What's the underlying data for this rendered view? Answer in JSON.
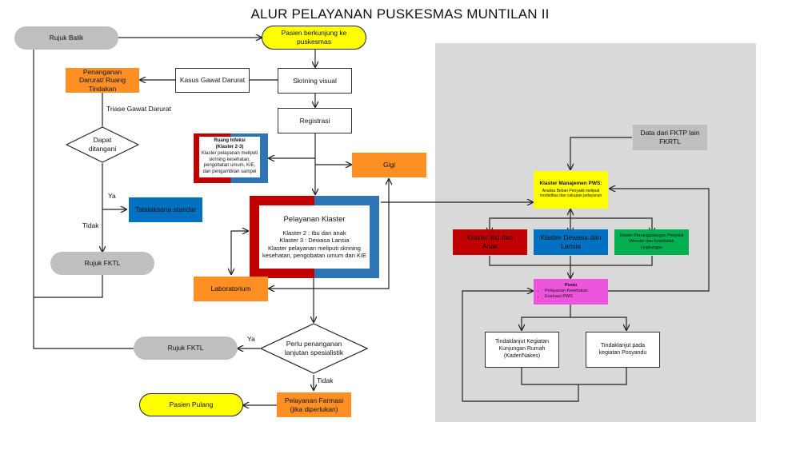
{
  "title": "ALUR PELAYANAN PUSKESMAS MUNTILAN II",
  "colors": {
    "terminal_yellow": "#ffff00",
    "terminal_gray": "#bfbfbf",
    "action_orange": "#fd8f25",
    "cluster_red": "#c00000",
    "cluster_blue": "#0070c0",
    "cluster_green": "#00b050",
    "pustu_magenta": "#ee55dd",
    "panel_gray": "#d9d9d9"
  },
  "left_flow": {
    "rujuk_balik": "Rujuk Balik",
    "pasien_berkunjung": "Pasien berkunjung ke puskesmas",
    "skrining_visual": "Skrining visual",
    "kasus_gawat_darurat": "Kasus Gawat Darurat",
    "penanganan_darurat": "Penanganan  Darurat/ Ruang Tindakan",
    "triase_label": "Triase Gawat Darurat",
    "dapat_ditangani": "Dapat ditangani",
    "ya_label": "Ya",
    "tidak_label": "Tidak",
    "tatalaksana_standar": "Tatalaksana standar",
    "rujuk_fktl_1": "Rujuk FKTL",
    "registrasi": "Registrasi",
    "ruang_infeksi": {
      "title": "Ruang Infeksi",
      "subtitle": "(Klaster 2-3)",
      "description": "Klaster pelayanan meliputi skrining kesehatan, pengobatan umum, KIE, dan pengambilan sampel"
    },
    "gigi": "Gigi",
    "pelayanan_klaster": {
      "title": "Pelayanan Klaster",
      "line1": "Klaster 2 : Ibu dan anak",
      "line2": "Klaster 3 : Dewasa Lansia",
      "line3": "Klaster pelayanan meliputi skrining kesehatan, pengobatan umum dan KIE"
    },
    "laboratorium": "Laboratorium",
    "perlu_penanganan": "Perlu penanganan lanjutan spesialistik",
    "ya_label_2": "Ya",
    "tidak_label_2": "Tidak",
    "rujuk_fktl_2": "Rujuk FKTL",
    "pelayanan_farmasi": "Pelayanan Farmasi (jika diperlukan)",
    "pasien_pulang": "Pasien Pulang"
  },
  "right_panel": {
    "data_fktp": "Data dari FKTP lain FKRTL",
    "klaster_manajemen": {
      "title": "Klaster Manajemen PWS:",
      "description": "Analisa Beban Penyakit meliputi morbiditas dan cakupan pelayanan"
    },
    "klaster_ibu_anak": "Klaster Ibu dan Anak",
    "klaster_dewasa_lansia": "Klaster Dewasa dan Lansia",
    "klaster_penanggulangan": "Klaster Penanggulangan Penyakit Menular dan Kesehatan Lingkungan",
    "pustu": {
      "title": "Pustu",
      "items": [
        "Pelayanan Kesehatan",
        "Evaluasi PWS"
      ]
    },
    "tindaklanjut_kunjungan": "Tindaklanjut Kegiatan Kunjungan Rumah (Kader/Nakes)",
    "tindaklanjut_posyandu": "Tindaklanjut pada kegiatan Posyandu"
  }
}
